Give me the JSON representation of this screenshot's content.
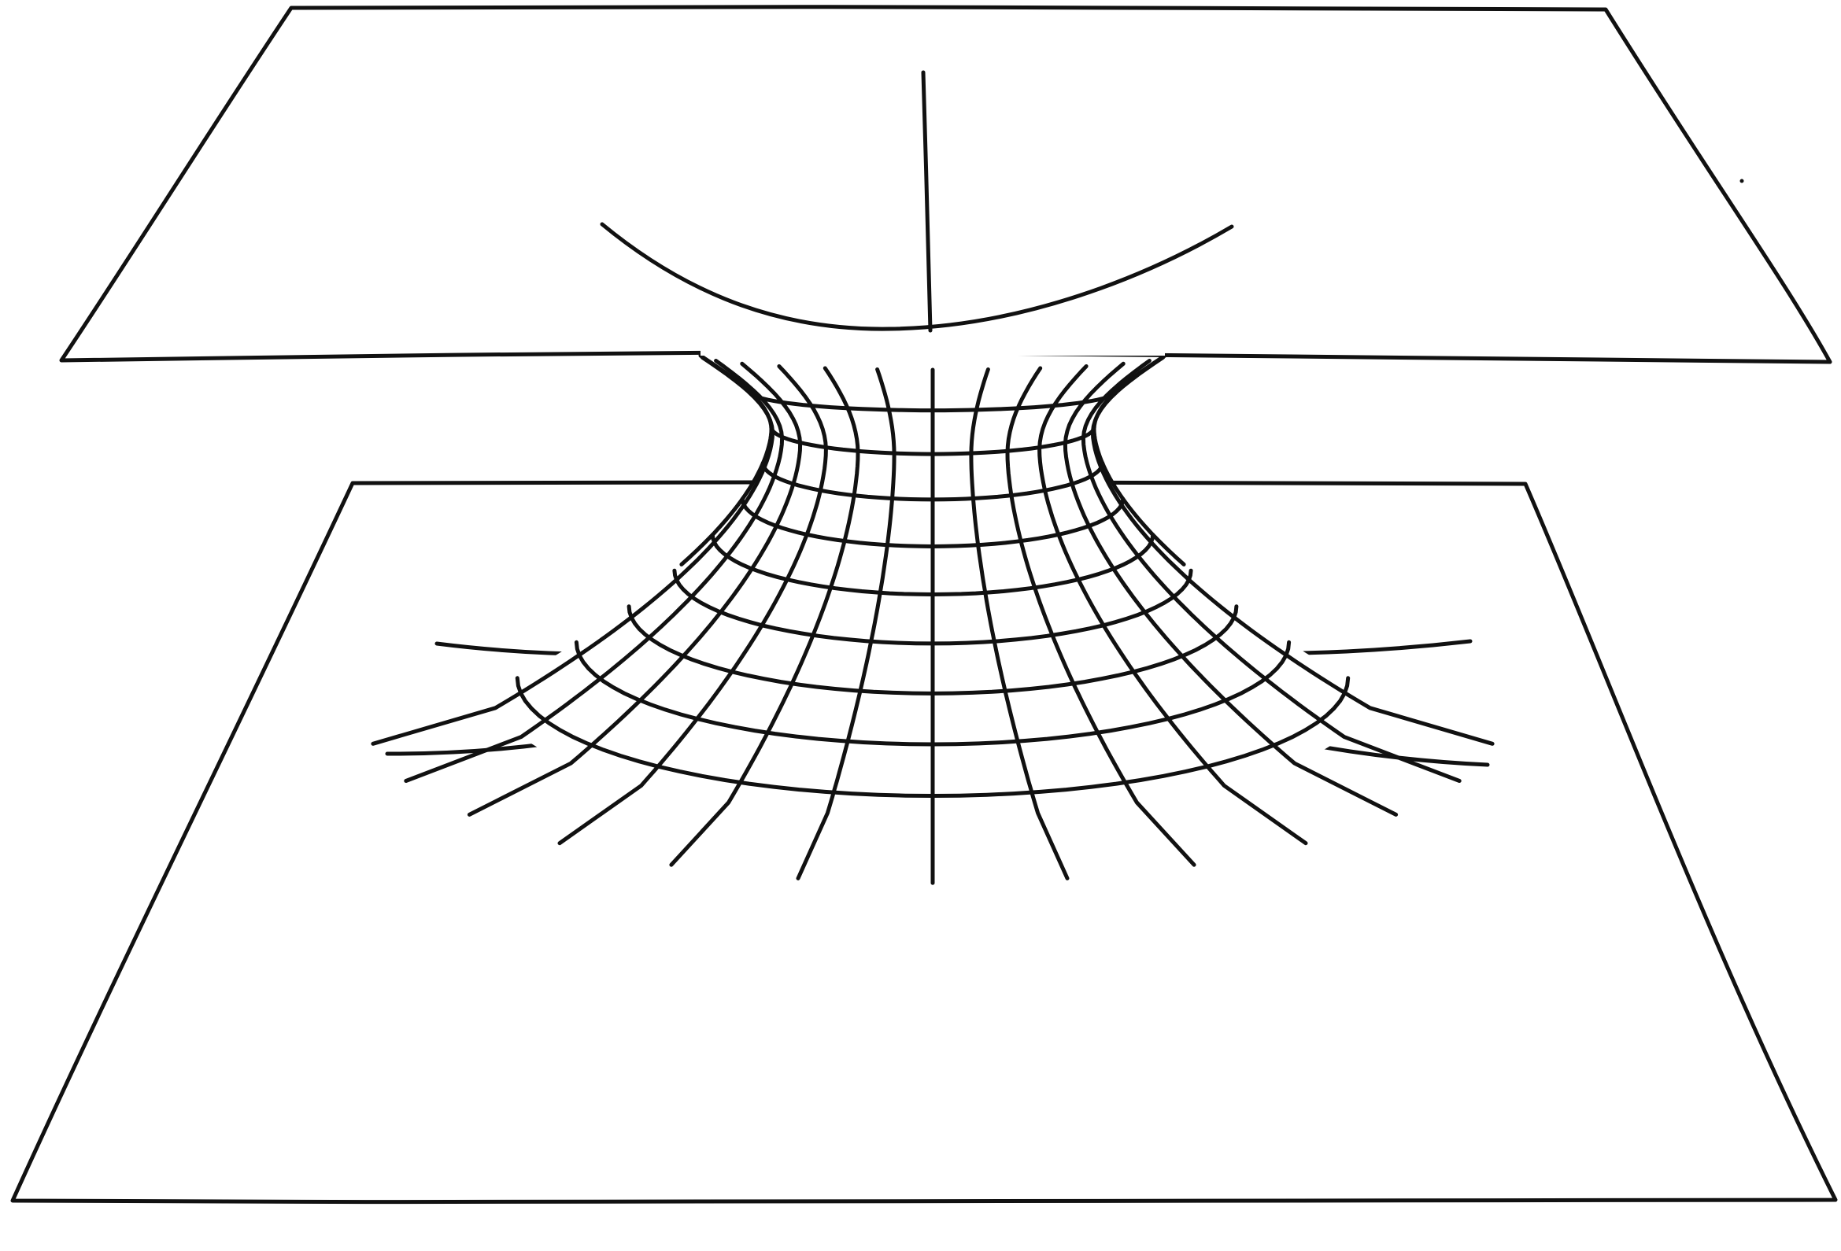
{
  "figure": {
    "ink_color": "#111111",
    "background_color": "#ffffff",
    "parts": [
      "upper-sheet",
      "lower-sheet",
      "wormhole-throat",
      "upper-sheet-curve",
      "upper-sheet-axis-line"
    ],
    "throat_grid": {
      "meridian_count": 13,
      "ring_count": 9
    }
  }
}
